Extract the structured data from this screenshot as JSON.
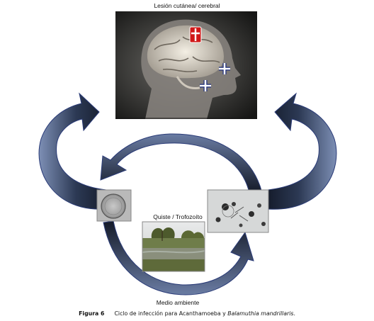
{
  "diagram": {
    "top_label": "Lesión cutánea/ cerebral",
    "middle_label": "Quiste / Trofozoíto",
    "bottom_label": "Medio ambiente"
  },
  "caption": {
    "figure": "Figura 6",
    "text_pre": "Ciclo de infección para Acanthamoeba y ",
    "text_italic": "Balamuthia mandrillaris",
    "text_post": "."
  },
  "colors": {
    "arrow_fill_dark": "#1f2d44",
    "arrow_fill_light": "#6d7fa6",
    "arrow_outline": "#2a3b78",
    "lesion_red": "#d01818",
    "lesion_white": "#ffffff"
  },
  "icons": [
    "cross-icon"
  ]
}
